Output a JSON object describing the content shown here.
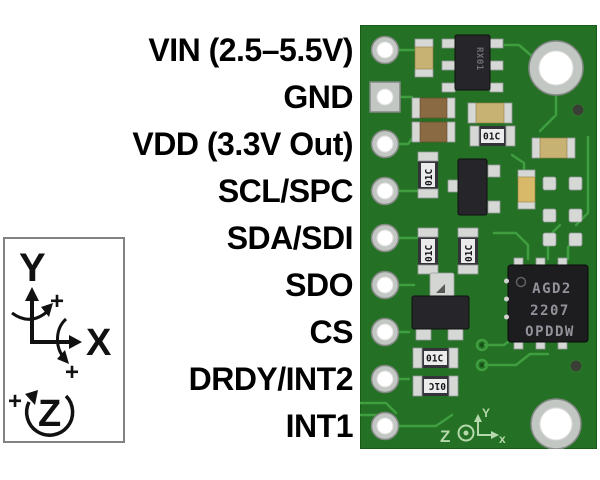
{
  "pins": [
    {
      "label": "VIN (2.5–5.5V)"
    },
    {
      "label": "GND"
    },
    {
      "label": "VDD (3.3V Out)"
    },
    {
      "label": "SCL/SPC"
    },
    {
      "label": "SDA/SDI"
    },
    {
      "label": "SDO"
    },
    {
      "label": "CS"
    },
    {
      "label": "DRDY/INT2"
    },
    {
      "label": "INT1"
    }
  ],
  "axis_diagram": {
    "y_axis_label": "Y",
    "x_axis_label": "X",
    "z_axis_label": "Z",
    "y_plus": "+",
    "x_plus": "+",
    "z_plus": "+"
  },
  "pcb": {
    "regulator_marking": "RX01",
    "ic_marking": {
      "line1": "AGD2",
      "line2": "2207",
      "line3": "OPDDW"
    },
    "resistor_markings": {
      "r1": "01C",
      "r2": "01C",
      "r3": "01C",
      "r4": "01C",
      "r5": "01C",
      "r6": "01C"
    },
    "silkscreen": {
      "z": "Z",
      "y": "Y",
      "x": "x"
    },
    "colors": {
      "board_green": "#247024",
      "trace_green": "#3f9e3f",
      "silkscreen_pale_green": "#b5d8ac",
      "pad_silver": "#c3c7c3",
      "ic_black": "#1d1d20",
      "label_black": "#000000"
    }
  }
}
